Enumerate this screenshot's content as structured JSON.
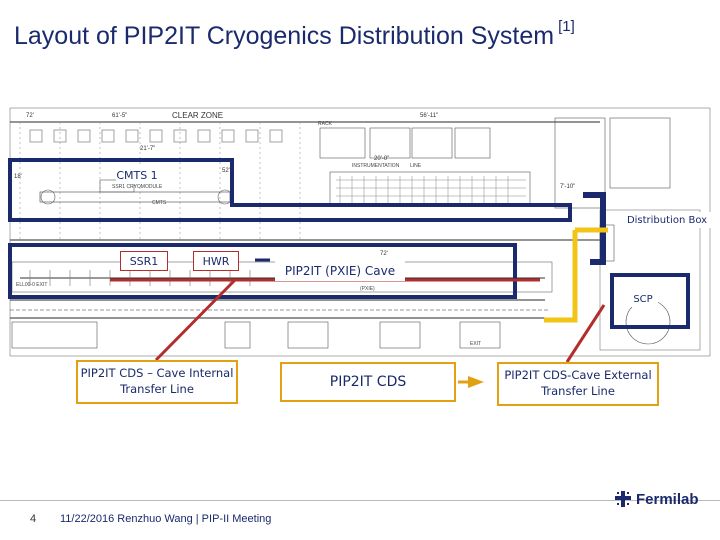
{
  "title": {
    "main": "Layout of PIP2IT Cryogenics Distribution System",
    "ref": "[1]"
  },
  "drawing": {
    "dims": [
      "72'",
      "61'-5\"",
      "CLEAR ZONE",
      "56'-11\"",
      "18'",
      "52'",
      "21'-7\"",
      "20'-0\"",
      "7'-10\"",
      "72'"
    ],
    "notes": [
      "INSTRUMENTATION",
      "RACK",
      "LINE",
      "CMTS",
      "SSR1 CRYOMODULE",
      "(PXIE)",
      "ELL00-0 EXIT",
      "EXIT"
    ]
  },
  "labels": {
    "cmts": "CMTS 1",
    "distribution_box": "Distribution Box",
    "ssr1": "SSR1",
    "hwr": "HWR",
    "cave": "PIP2IT (PXIE) Cave",
    "scp": "SCP"
  },
  "callouts": {
    "internal": "PIP2IT CDS – Cave Internal Transfer Line",
    "cds": "PIP2IT CDS",
    "external": "PIP2IT CDS-Cave External Transfer Line"
  },
  "footer": {
    "page": "4",
    "text": "11/22/2016 Renzhuo Wang | PIP-II Meeting",
    "logo": "Fermilab"
  },
  "colors": {
    "navy": "#1a2a6c",
    "orange": "#e3a013",
    "red": "#b32d2d",
    "yellow": "#f2c418"
  }
}
